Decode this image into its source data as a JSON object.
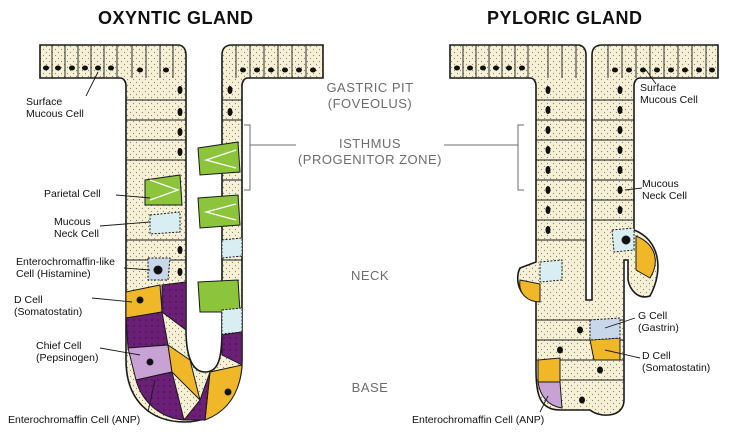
{
  "titles": {
    "left": "OXYNTIC GLAND",
    "right": "PYLORIC GLAND"
  },
  "center": {
    "gastric_pit": [
      "GASTRIC PIT",
      "(FOVEOLUS)"
    ],
    "isthmus": [
      "ISTHMUS",
      "(PROGENITOR ZONE)"
    ],
    "neck": "NECK",
    "base": "BASE"
  },
  "left_labels": {
    "surface": [
      "Surface",
      "Mucous Cell"
    ],
    "parietal": [
      "Parietal Cell"
    ],
    "mucous_neck": [
      "Mucous",
      "Neck Cell"
    ],
    "ecl": [
      "Enterochromaffin-like",
      "Cell (Histamine)"
    ],
    "d_cell": [
      "D Cell",
      "(Somatostatin)"
    ],
    "chief": [
      "Chief Cell",
      "(Pepsinogen)"
    ],
    "ec": [
      "Enterochromaffin Cell (ANP)"
    ]
  },
  "right_labels": {
    "surface": [
      "Surface",
      "Mucous Cell"
    ],
    "mucous_neck": [
      "Mucous",
      "Neck Cell"
    ],
    "g_cell": [
      "G Cell",
      "(Gastrin)"
    ],
    "d_cell": [
      "D Cell",
      "(Somatostatin)"
    ],
    "ec": [
      "Enterochromaffin Cell (ANP)"
    ]
  },
  "colors": {
    "cell_fill": "#f6f1d6",
    "outline": "#1a1a1a",
    "parietal": "#8cc43c",
    "chief": "#6b1f76",
    "d_cell": "#f0b828",
    "ec_cell": "#c8a2d4",
    "mucous_neck": "#d9eef3",
    "label_gray": "#6d6d6d"
  }
}
